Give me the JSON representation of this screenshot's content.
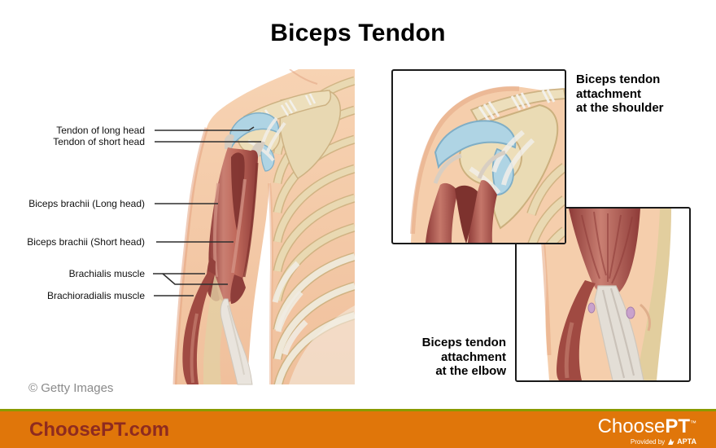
{
  "title": "Biceps Tendon",
  "credit": "© Getty Images",
  "anatomy_labels": {
    "tendon_long_head": "Tendon of long head",
    "tendon_short_head": "Tendon of short head",
    "biceps_long_head": "Biceps brachii (Long head)",
    "biceps_short_head": "Biceps brachii (Short head)",
    "brachialis": "Brachialis muscle",
    "brachioradialis": "Brachioradialis muscle"
  },
  "insets": {
    "shoulder_caption": "Biceps tendon\nattachment\nat the shoulder",
    "elbow_caption": "Biceps tendon\nattachment\nat the elbow"
  },
  "footer": {
    "site": "ChoosePT.com",
    "logo_choose": "Choose",
    "logo_pt": "PT",
    "logo_tm": "™",
    "provided_by": "Provided by",
    "apta": "APTA"
  },
  "palette": {
    "footer_bar": "#E0760A",
    "footer_accent_line": "#8A9A00",
    "footer_site_text": "#8E2B20",
    "logo_text": "#FFFFFF",
    "title_text": "#000000",
    "credit_text": "#8A8A8A",
    "muscle_red": "#B25A50",
    "muscle_dark": "#7E322F",
    "tendon_blue": "#AFD4E4",
    "bone": "#EBDDB8",
    "skin": "#F4C9A7",
    "leader_line": "#2F2F2F"
  }
}
